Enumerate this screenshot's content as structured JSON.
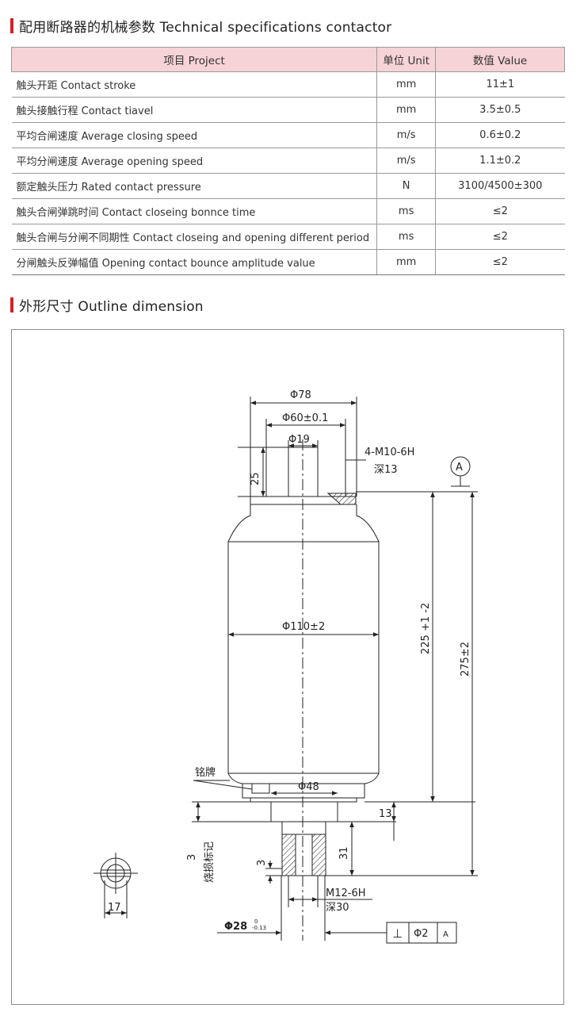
{
  "specs_heading": "配用断路器的机械参数 Technical specifications contactor",
  "table": {
    "headers": [
      "项目 Project",
      "单位 Unit",
      "数值 Value"
    ],
    "rows": [
      [
        "触头开距 Contact stroke",
        "mm",
        "11±1"
      ],
      [
        "触头接触行程 Contact tiavel",
        "mm",
        "3.5±0.5"
      ],
      [
        "平均合闸速度 Average closing speed",
        "m/s",
        "0.6±0.2"
      ],
      [
        "平均分闸速度 Average opening speed",
        "m/s",
        "1.1±0.2"
      ],
      [
        "额定触头压力 Rated contact pressure",
        "N",
        "3100/4500±300"
      ],
      [
        "触头合闸弹跳时间 Contact closeing bonnce time",
        "ms",
        "≤2"
      ],
      [
        "触头合闸与分闸不同期性 Contact closeing and opening different period",
        "ms",
        "≤2"
      ],
      [
        "分闸触头反弹幅值 Opening contact bounce amplitude value",
        "mm",
        "≤2"
      ]
    ]
  },
  "outline_heading": "外形尺寸 Outline dimension",
  "drawing": {
    "d78": "Φ78",
    "d60": "Φ60±0.1",
    "d19": "Φ19",
    "h25": "25",
    "thread_top": "4-M10-6H",
    "depth_top": "深13",
    "datum": "A",
    "d110": "Φ110±2",
    "h225": "225 +1 -2",
    "h275": "275±2",
    "nameplate": "铭牌",
    "d48": "Φ48",
    "h13": "13",
    "h31": "31",
    "h3a": "3",
    "h3b": "3",
    "burn_mark": "烧损标记",
    "thread_bot": "M12-6H",
    "depth_bot": "深30",
    "d28": "Φ28",
    "d28_tol_upper": "0",
    "d28_tol_lower": "-0.13",
    "w17": "17",
    "tol_symbol": "⊥",
    "tol_value": "Φ2",
    "tol_datum": "A"
  },
  "colors": {
    "accent": "#d42127",
    "header_bg": "#f6d3d6",
    "line": "#222222"
  }
}
